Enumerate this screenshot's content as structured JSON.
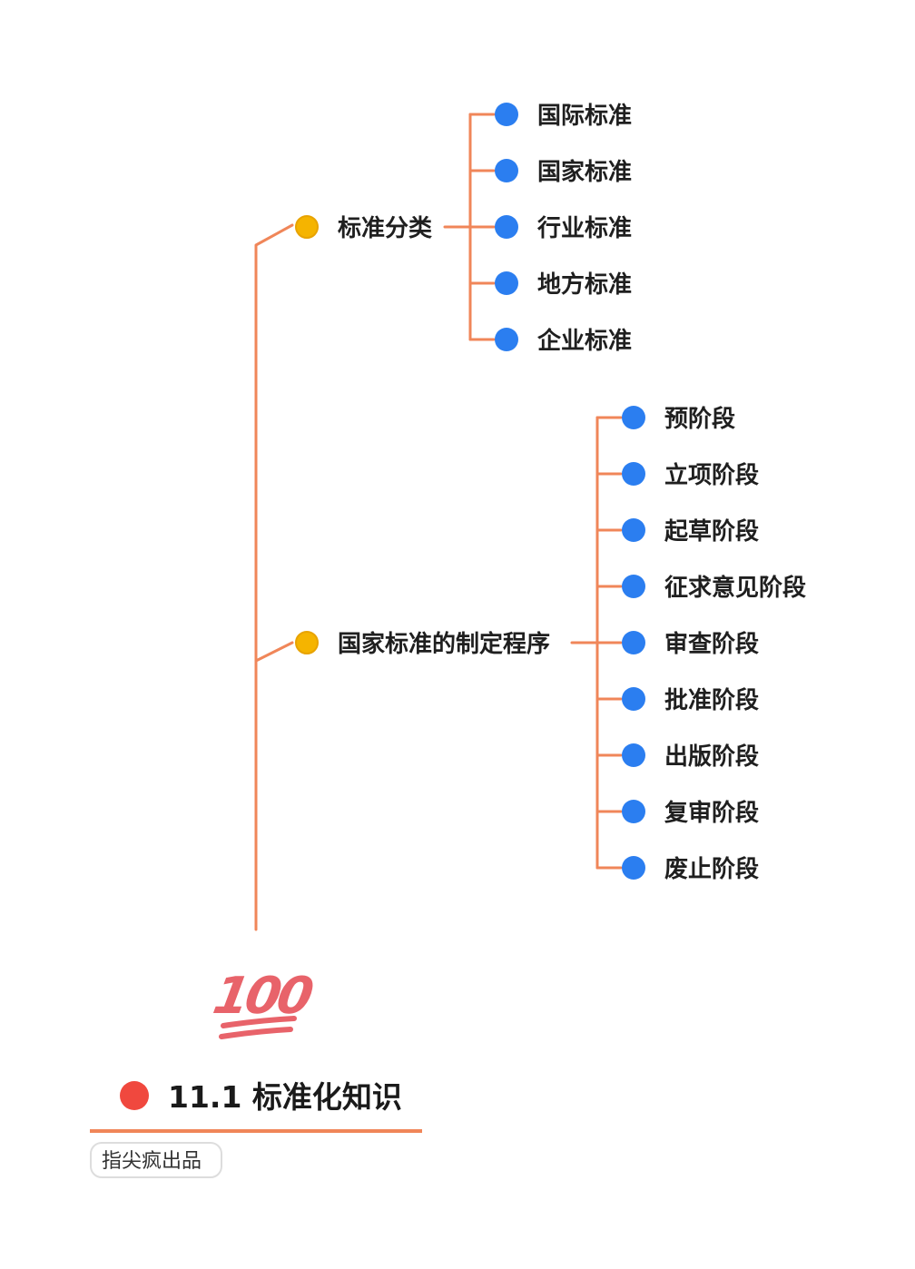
{
  "root": {
    "label": "11.1 标准化知识",
    "badge_emoji": "💯",
    "footer_tag": "指尖疯出品"
  },
  "colors": {
    "line": "#f08659",
    "root_dot": "#f0483e",
    "branch_dot": "#f5b400",
    "leaf_dot": "#2b7ef0",
    "badge": "#e8636a"
  },
  "branches": [
    {
      "label": "标准分类",
      "children": [
        "国际标准",
        "国家标准",
        "行业标准",
        "地方标准",
        "企业标准"
      ]
    },
    {
      "label": "国家标准的制定程序",
      "children": [
        "预阶段",
        "立项阶段",
        "起草阶段",
        "征求意见阶段",
        "审查阶段",
        "批准阶段",
        "出版阶段",
        "复审阶段",
        "废止阶段"
      ]
    }
  ]
}
